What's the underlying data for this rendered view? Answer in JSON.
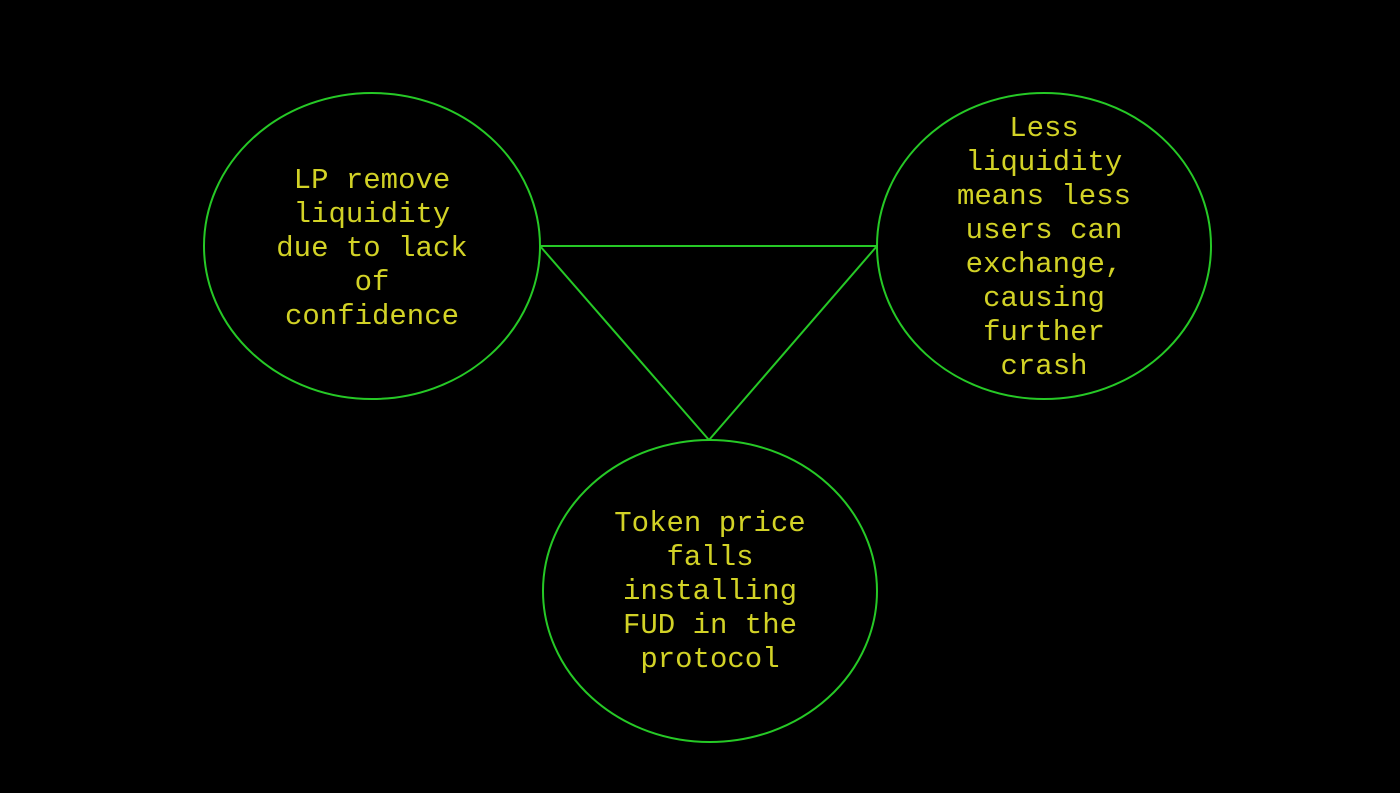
{
  "diagram": {
    "type": "graph",
    "colors": {
      "background": "#000000",
      "node_stroke": "#26c926",
      "edge_stroke": "#26c926",
      "text": "#d2d226"
    },
    "nodes": [
      {
        "id": "lp-remove-liquidity",
        "label": "LP remove liquidity due to lack of confidence",
        "lines": [
          "LP remove",
          "liquidity",
          "due to lack",
          "of",
          "confidence"
        ]
      },
      {
        "id": "less-liquidity-crash",
        "label": "Less liquidity means less users can exchange, causing further crash",
        "lines": [
          "Less",
          "liquidity",
          "means less",
          "users can",
          "exchange,",
          "causing",
          "further",
          "crash"
        ]
      },
      {
        "id": "token-price-falls",
        "label": "Token price falls installing FUD in the protocol",
        "lines": [
          "Token price",
          "falls",
          "installing",
          "FUD in the",
          "protocol"
        ]
      }
    ],
    "edges": [
      {
        "from": "lp-remove-liquidity",
        "to": "less-liquidity-crash"
      },
      {
        "from": "lp-remove-liquidity",
        "to": "token-price-falls"
      },
      {
        "from": "less-liquidity-crash",
        "to": "token-price-falls"
      }
    ]
  }
}
